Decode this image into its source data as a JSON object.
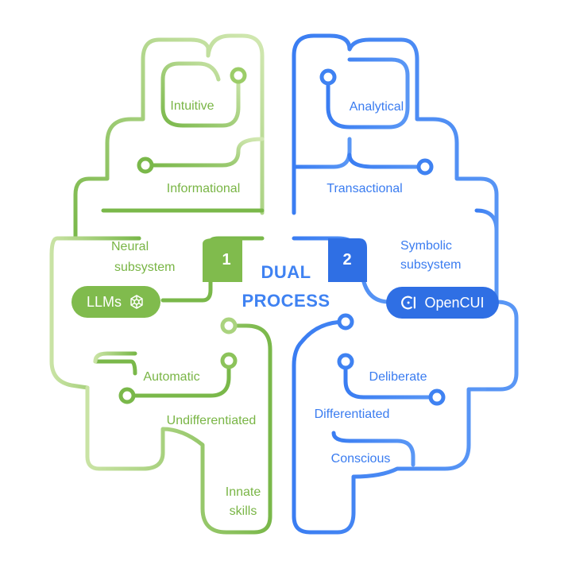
{
  "title": {
    "line1": "DUAL",
    "line2": "PROCESS"
  },
  "left": {
    "number": "1",
    "heading_line1": "Neural",
    "heading_line2": "subsystem",
    "badge": {
      "label": "LLMs",
      "icon": "openai-logo-icon"
    },
    "traits": {
      "intuitive": "Intuitive",
      "informational": "Informational",
      "automatic": "Automatic",
      "undifferentiated": "Undifferentiated",
      "innate_line1": "Innate",
      "innate_line2": "skills"
    }
  },
  "right": {
    "number": "2",
    "heading_line1": "Symbolic",
    "heading_line2": "subsystem",
    "badge": {
      "label": "OpenCUI",
      "icon": "opencui-logo-icon"
    },
    "traits": {
      "analytical": "Analytical",
      "transactional": "Transactional",
      "deliberate": "Deliberate",
      "differentiated": "Differentiated",
      "conscious": "Conscious"
    }
  },
  "colors": {
    "green_dark": "#74b63f",
    "green_light": "#cfe6ab",
    "blue": "#3f82f2",
    "blue_dark": "#2d6fe6"
  }
}
